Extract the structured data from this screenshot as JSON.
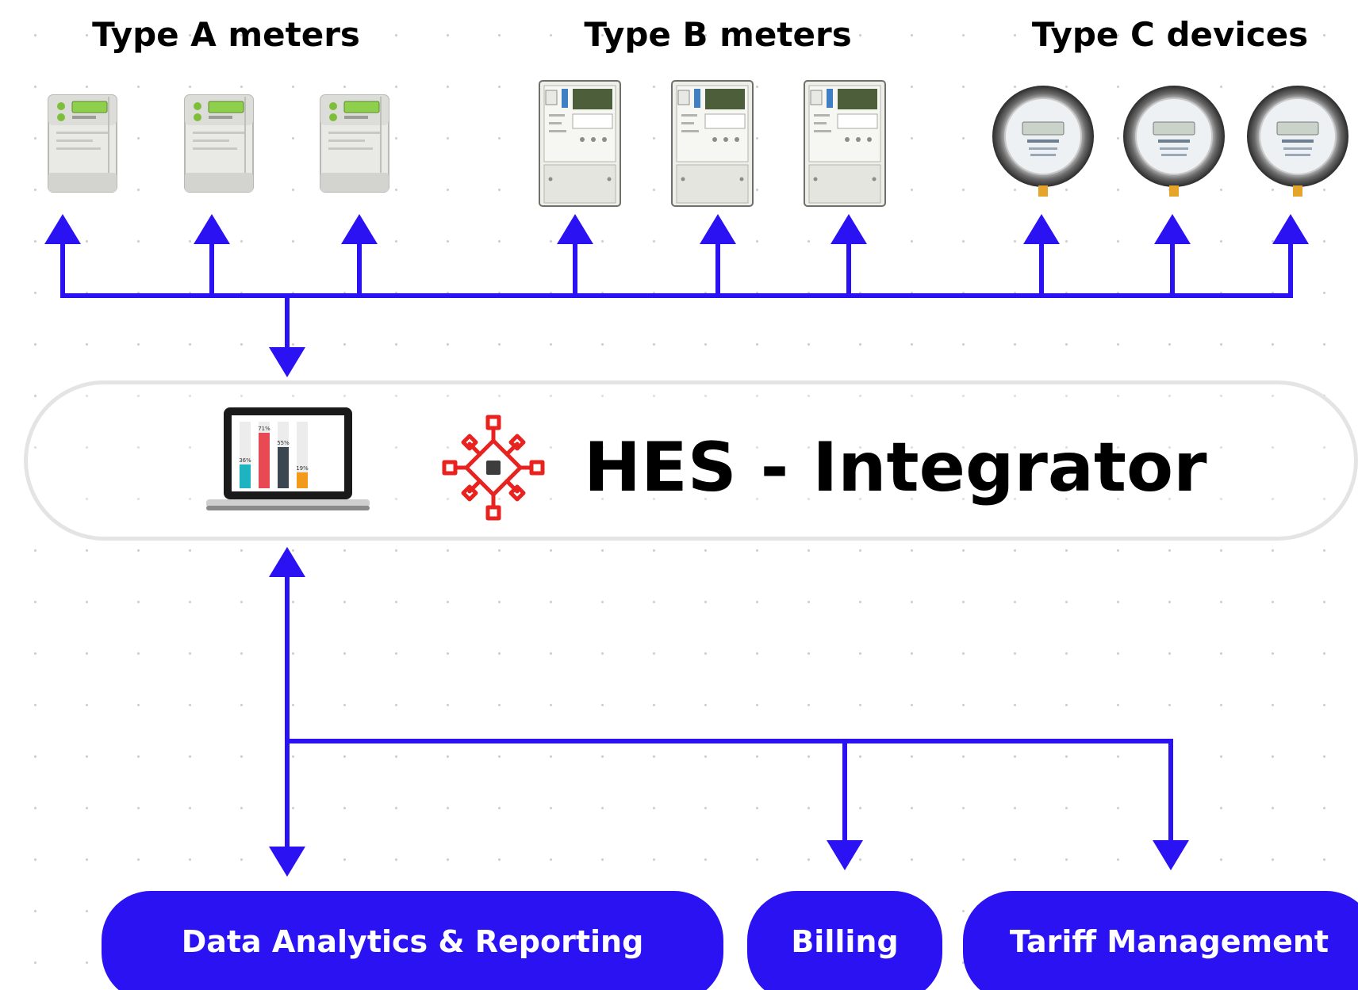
{
  "groups": {
    "type_a": {
      "label": "Type A meters",
      "count": 3,
      "icon": "single-phase-meter-icon"
    },
    "type_b": {
      "label": "Type B meters",
      "count": 3,
      "icon": "three-phase-meter-icon"
    },
    "type_c": {
      "label": "Type C devices",
      "count": 3,
      "icon": "round-meter-icon"
    }
  },
  "integrator": {
    "title": "HES - Integrator",
    "logo_icon": "chip-network-icon",
    "dashboard_icon": "laptop-dashboard-icon",
    "dashboard_bars": [
      "36%",
      "71%",
      "55%",
      "19%"
    ]
  },
  "outputs": {
    "analytics": "Data Analytics & Reporting",
    "billing": "Billing",
    "tariff": "Tariff Management"
  },
  "colors": {
    "connector": "#2b12f3",
    "pill_background": "#2b12f3",
    "pill_text": "#ffffff",
    "logo": "#e8231f",
    "band_border": "#e4e4e4",
    "dot_grid": "#cfcfcf"
  }
}
